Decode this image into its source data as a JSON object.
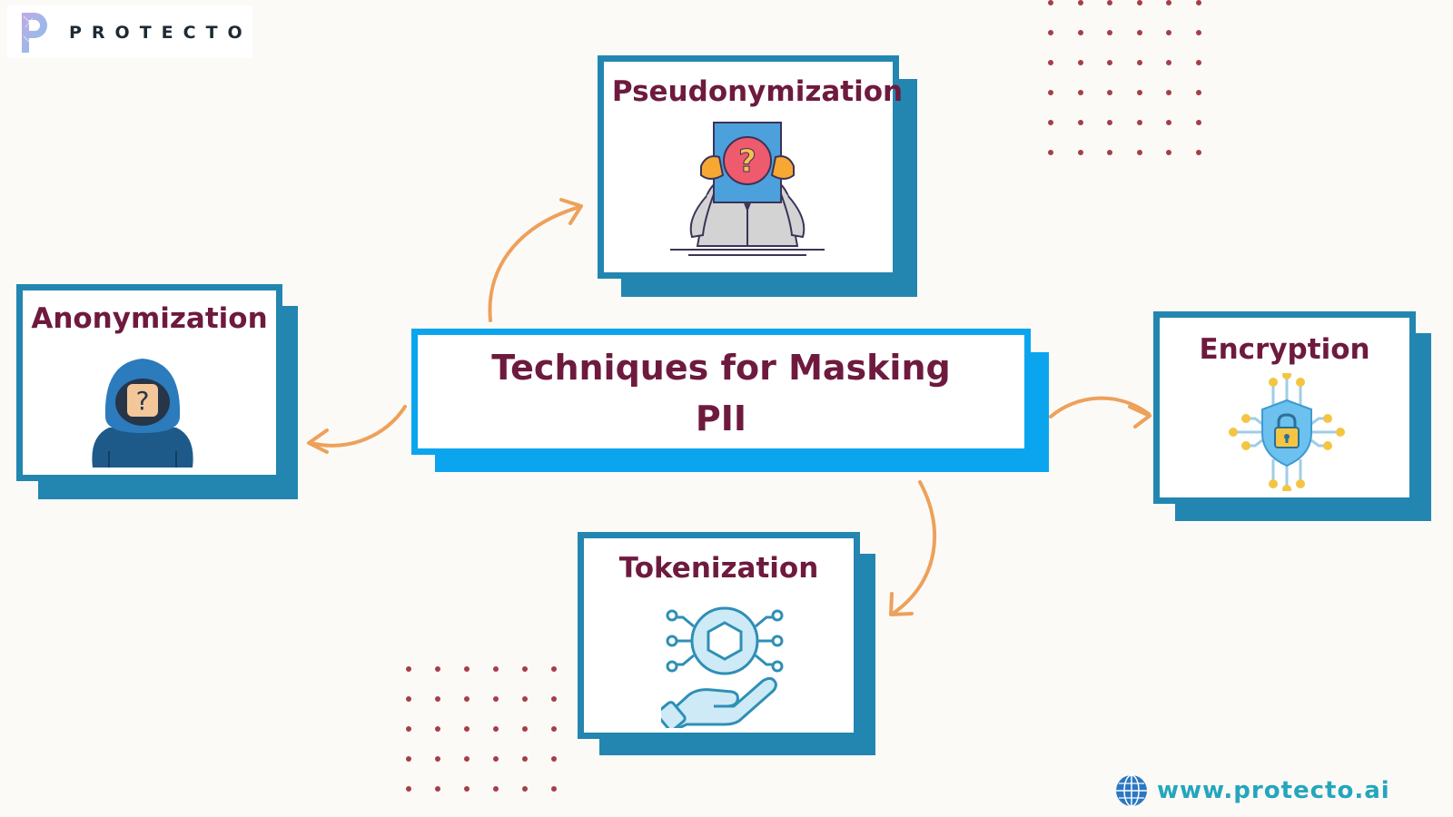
{
  "brand": {
    "name": "PROTECTO",
    "url": "www.protecto.ai"
  },
  "center": {
    "line1": "Techniques for Masking",
    "line2": "PII"
  },
  "techniques": {
    "pseudonymization": "Pseudonymization",
    "anonymization": "Anonymization",
    "encryption": "Encryption",
    "tokenization": "Tokenization"
  },
  "icons": {
    "pseudonymization": "masked-person-icon",
    "anonymization": "hooded-hacker-icon",
    "encryption": "shield-lock-circuit-icon",
    "tokenization": "token-hand-icon",
    "logo": "protecto-logo-icon",
    "web": "globe-icon"
  },
  "colors": {
    "card_border": "#2386b0",
    "center_border": "#0aa5ee",
    "title_text": "#6e1a3e",
    "arrow": "#eda15a",
    "dots": "#a53e4a",
    "url_text": "#24a6bd"
  }
}
